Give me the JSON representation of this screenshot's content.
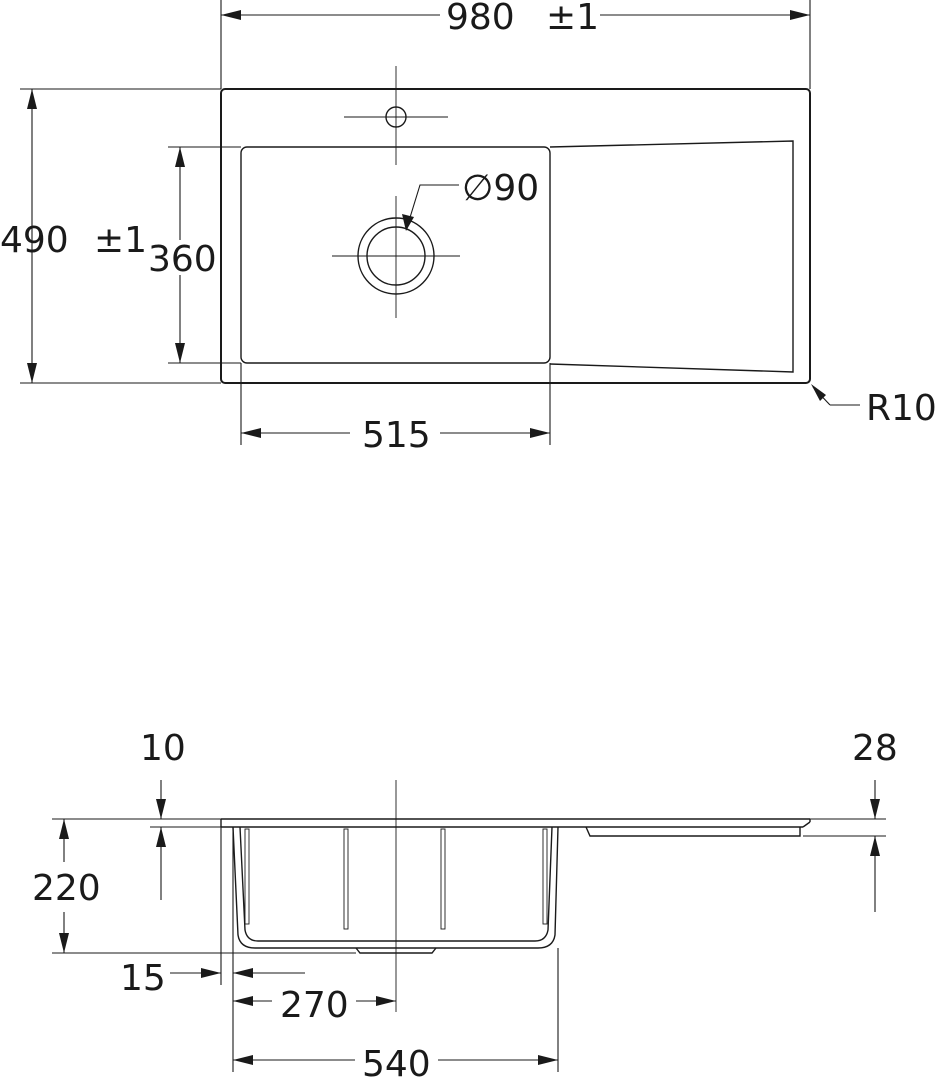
{
  "top_view": {
    "overall_width": "980",
    "tolerance_width": "±1",
    "overall_depth": "490",
    "tolerance_depth": "±1",
    "bowl_depth": "360",
    "bowl_width": "515",
    "drain_diameter": "∅90",
    "corner_radius": "R10"
  },
  "side_view": {
    "rim_thickness": "10",
    "drainer_depth": "28",
    "bowl_height": "220",
    "offset": "15",
    "center_distance": "270",
    "bowl_outer_width": "540"
  }
}
